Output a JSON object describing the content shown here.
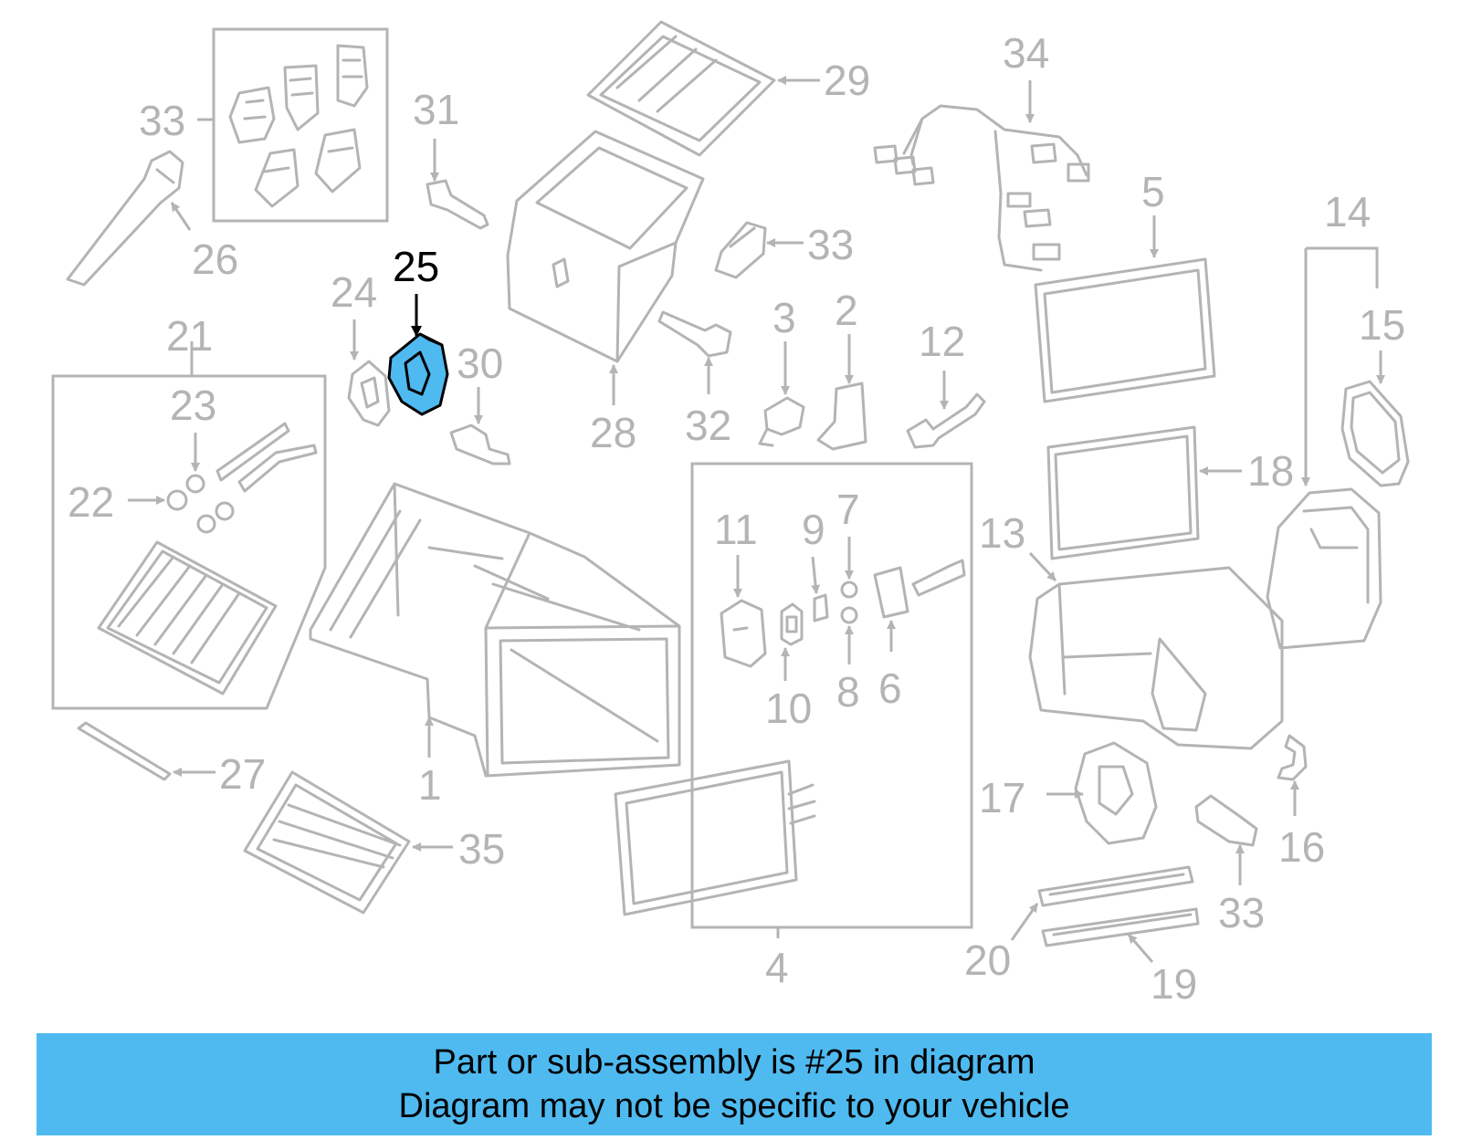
{
  "highlight_color": "#4fbaf0",
  "label_color": "#b4b4b4",
  "callouts": {
    "c1": "1",
    "c2": "2",
    "c3": "3",
    "c4": "4",
    "c5": "5",
    "c6": "6",
    "c7": "7",
    "c8": "8",
    "c9": "9",
    "c10": "10",
    "c11": "11",
    "c12": "12",
    "c13": "13",
    "c14": "14",
    "c15": "15",
    "c16": "16",
    "c17": "17",
    "c18": "18",
    "c19": "19",
    "c20": "20",
    "c21": "21",
    "c22": "22",
    "c23": "23",
    "c24": "24",
    "c25": "25",
    "c26": "26",
    "c27": "27",
    "c28": "28",
    "c29": "29",
    "c30": "30",
    "c31": "31",
    "c32": "32",
    "c33": "33",
    "c34": "34",
    "c35": "35"
  },
  "banner": {
    "line1": "Part or sub-assembly is #25 in diagram",
    "line2": "Diagram may not be specific to your vehicle"
  }
}
